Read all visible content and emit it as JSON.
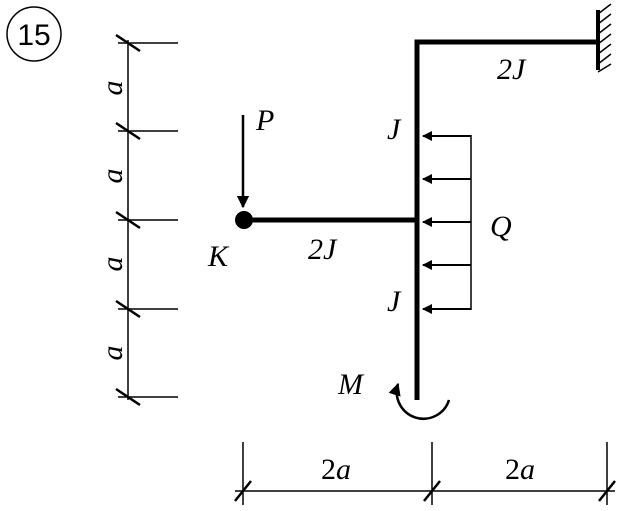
{
  "problem_number": "15",
  "loads": {
    "force": "P",
    "distributed": "Q",
    "moment": "M"
  },
  "point_label": "K",
  "stiffness": {
    "top_beam": "2J",
    "horizontal_arm": "2J",
    "column_upper": "J",
    "column_lower": "J"
  },
  "vertical_dims": {
    "unit": "a",
    "segments": [
      "a",
      "a",
      "a",
      "a"
    ]
  },
  "horizontal_dims": {
    "segments": [
      {
        "coef": "2",
        "unit": "a"
      },
      {
        "coef": "2",
        "unit": "a"
      }
    ]
  }
}
